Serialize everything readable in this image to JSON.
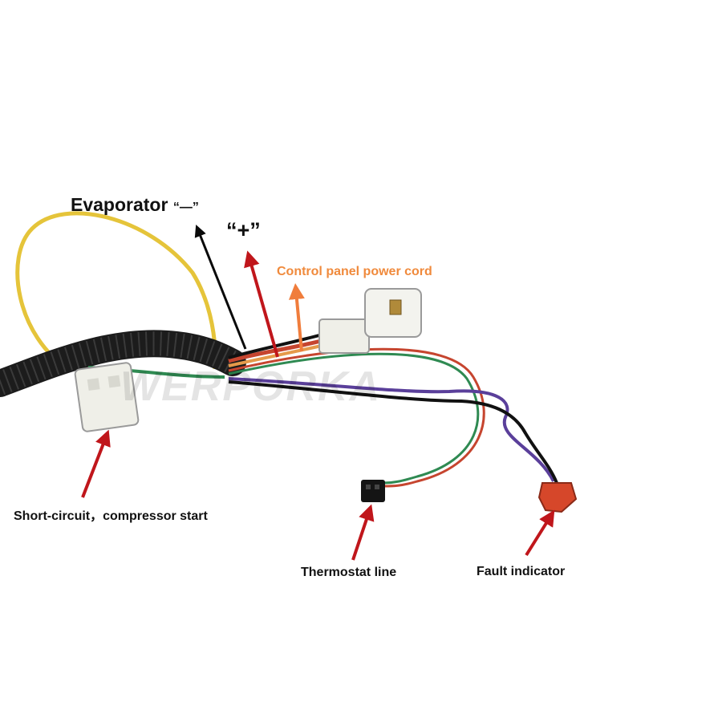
{
  "labels": {
    "evaporator_text": "Evaporator",
    "evaporator_sign": "“—”",
    "plus": "“+”",
    "control_panel": "Control panel power cord",
    "short_circuit": "Short-circuit，compressor start",
    "thermostat": "Thermostat line",
    "fault": "Fault indicator"
  },
  "watermark": "WERPORKA",
  "colors": {
    "arrow_red": "#c0161b",
    "arrow_black": "#0a0a0a",
    "arrow_orange": "#f07d3c",
    "label_orange": "#f08a3c",
    "conduit": "#1c1c1c",
    "wire_yellow": "#e5c43a",
    "wire_green": "#2f8a52",
    "wire_purple": "#5a3f9a",
    "wire_red": "#c6452f",
    "connector_white": "#efefe8",
    "connector_red": "#d6472a"
  }
}
